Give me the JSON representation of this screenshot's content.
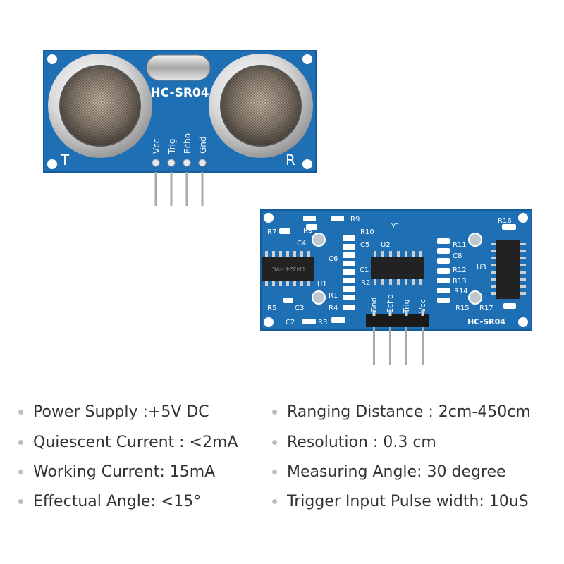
{
  "boards": {
    "front": {
      "model": "HC-SR04",
      "transmitter_mark": "T",
      "receiver_mark": "R",
      "pins": [
        "Vcc",
        "Trig",
        "Echo",
        "Gnd"
      ]
    },
    "back": {
      "model": "HC-SR04",
      "pins": [
        "Gnd",
        "Echo",
        "Trig",
        "Vcc"
      ],
      "chip_marking": "LM324 HVC",
      "components": [
        "R9",
        "R7",
        "R8",
        "R10",
        "Y1",
        "R16",
        "C4",
        "C5",
        "U2",
        "C6",
        "C8",
        "R11",
        "U3",
        "C1",
        "R12",
        "U1",
        "R2",
        "R13",
        "R1",
        "R14",
        "R5",
        "C3",
        "R4",
        "R15",
        "R17",
        "C2",
        "R3"
      ]
    }
  },
  "specs": {
    "left": [
      "Power Supply :+5V DC",
      "Quiescent Current : <2mA",
      "Working Current: 15mA",
      "Effectual Angle: <15°"
    ],
    "right": [
      "Ranging Distance : 2cm-450cm",
      "Resolution : 0.3 cm",
      "Measuring Angle: 30 degree",
      "Trigger Input Pulse width: 10uS"
    ]
  },
  "colors": {
    "pcb": "#1f6fb5",
    "pcb_dark": "#155a96",
    "silk": "#ffffff",
    "text": "#333333"
  }
}
